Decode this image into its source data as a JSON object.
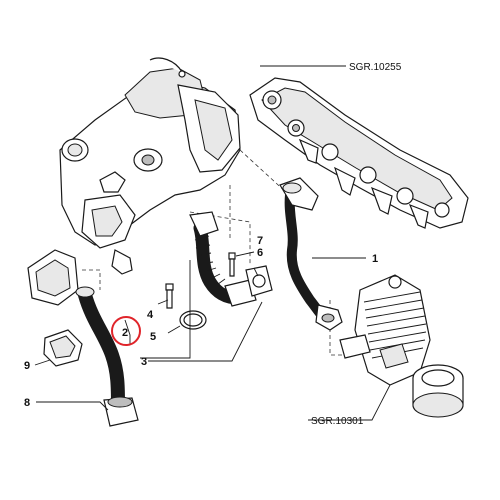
{
  "references": {
    "top": "SGR.10255",
    "bottom": "SGR.10301"
  },
  "callouts": [
    "1",
    "2",
    "3",
    "4",
    "5",
    "6",
    "7",
    "8",
    "9"
  ],
  "colors": {
    "line": "#1a1a1a",
    "highlight_circle": "#e0242a",
    "background": "#ffffff"
  },
  "highlighted_callout": "2"
}
